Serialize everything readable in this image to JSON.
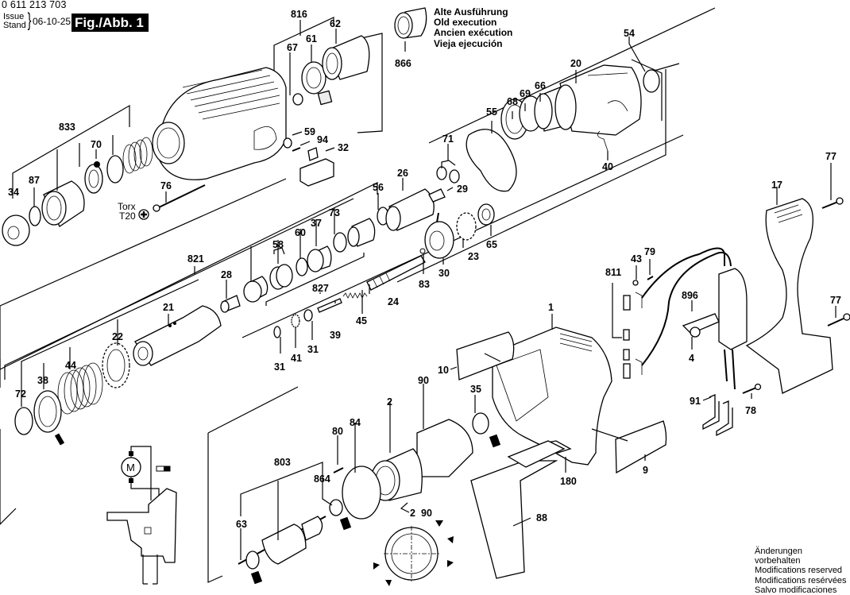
{
  "header": {
    "document_number": "0 611 213 703",
    "issue_label": "Issue",
    "stand_label": "Stand",
    "issue_date": "06-10-25",
    "figure_label": "Fig./Abb. 1"
  },
  "old_execution_note": {
    "part_number": "866",
    "lines": [
      "Alte Ausführung",
      "Old execution",
      "Ancien exécution",
      "Vieja ejecución"
    ]
  },
  "footer_note": {
    "lines": [
      "Änderungen vorbehalten",
      "Modifications reserved",
      "Modifications resérvées",
      "Salvo modificaciones"
    ]
  },
  "torx": {
    "label": "Torx",
    "size": "T20"
  },
  "part_labels": {
    "p816": "816",
    "p62": "62",
    "p61": "61",
    "p67": "67",
    "p833": "833",
    "p70": "70",
    "p87": "87",
    "p34": "34",
    "p59": "59",
    "p94": "94",
    "p32": "32",
    "p76": "76",
    "p54": "54",
    "p20": "20",
    "p66": "66",
    "p69": "69",
    "p68": "68",
    "p55": "55",
    "p71": "71",
    "p40": "40",
    "p26": "26",
    "p29": "29",
    "p56": "56",
    "p73": "73",
    "p37": "37",
    "p60": "60",
    "p58": "58",
    "p821": "821",
    "p28": "28",
    "p827": "827",
    "p21": "21",
    "p22": "22",
    "p44": "44",
    "p38": "38",
    "p72": "72",
    "p24": "24",
    "p45": "45",
    "p39": "39",
    "p31a": "31",
    "p31b": "31",
    "p41": "41",
    "p83": "83",
    "p30": "30",
    "p23": "23",
    "p65": "65",
    "p77a": "77",
    "p77b": "77",
    "p17": "17",
    "p811": "811",
    "p43": "43",
    "p79": "79",
    "p896": "896",
    "p4": "4",
    "p91": "91",
    "p78": "78",
    "p1": "1",
    "p10": "10",
    "p90a": "90",
    "p35": "35",
    "p2a": "2",
    "p84": "84",
    "p80": "80",
    "p803": "803",
    "p864": "864",
    "p63": "63",
    "p180": "180",
    "p9": "9",
    "p88": "88",
    "p2b": "2",
    "p90b": "90"
  },
  "schematic": {
    "motor_symbol": "M"
  }
}
